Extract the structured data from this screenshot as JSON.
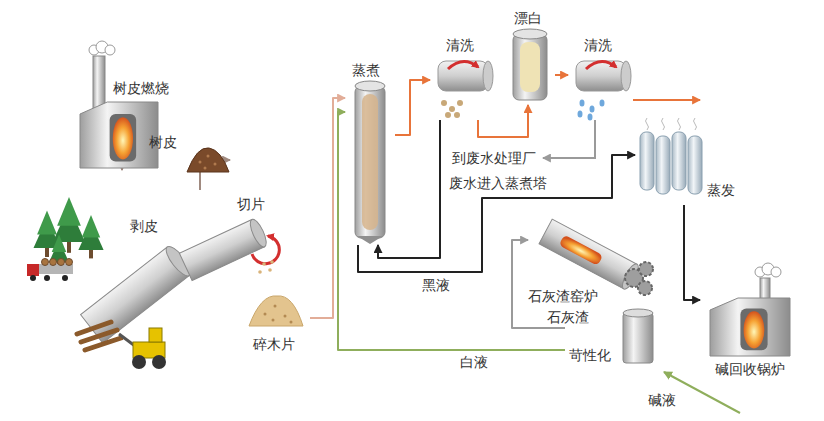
{
  "diagram": {
    "nodes": [
      {
        "text": [
          "树皮燃烧"
        ]
      },
      {
        "text": [
          "树皮"
        ]
      },
      {
        "text": [
          "剥皮"
        ]
      },
      {
        "text": [
          "切片"
        ]
      },
      {
        "text": [
          "碎木片"
        ]
      },
      {
        "text": [
          "蒸煮"
        ]
      },
      {
        "text": [
          "清洗"
        ]
      },
      {
        "text": [
          "漂白"
        ]
      },
      {
        "text": [
          "清洗"
        ]
      },
      {
        "text": [
          "蒸发"
        ]
      },
      {
        "text": [
          "石灰渣窑炉"
        ]
      },
      {
        "text": [
          "苛性化"
        ]
      },
      {
        "text": [
          "碱回收锅炉"
        ]
      }
    ],
    "edges": [
      {
        "from": 3,
        "to": 1,
        "arrow": "to"
      },
      {
        "from": 1,
        "to": 0,
        "arrow": "to"
      },
      {
        "from": 4,
        "to": 5,
        "arrow": "to"
      },
      {
        "from": 11,
        "to": 5,
        "label": "白液",
        "arrow": "to"
      },
      {
        "from": 5,
        "to": 6,
        "arrow": "to"
      },
      {
        "from": 6,
        "to": 7,
        "arrow": "to"
      },
      {
        "from": 7,
        "to": 8,
        "arrow": "to"
      },
      {
        "from": 6,
        "to": 5,
        "label": "废水进入蒸煮塔",
        "arrow": "to"
      },
      {
        "from": 5,
        "to": 9,
        "label": "黑液",
        "arrow": "to"
      },
      {
        "from": 9,
        "to": 12,
        "arrow": "to"
      },
      {
        "from": 11,
        "to": 10,
        "label": "石灰渣",
        "arrow": "to"
      }
    ],
    "labels": [
      "到废水处理厂",
      "碱液"
    ]
  }
}
